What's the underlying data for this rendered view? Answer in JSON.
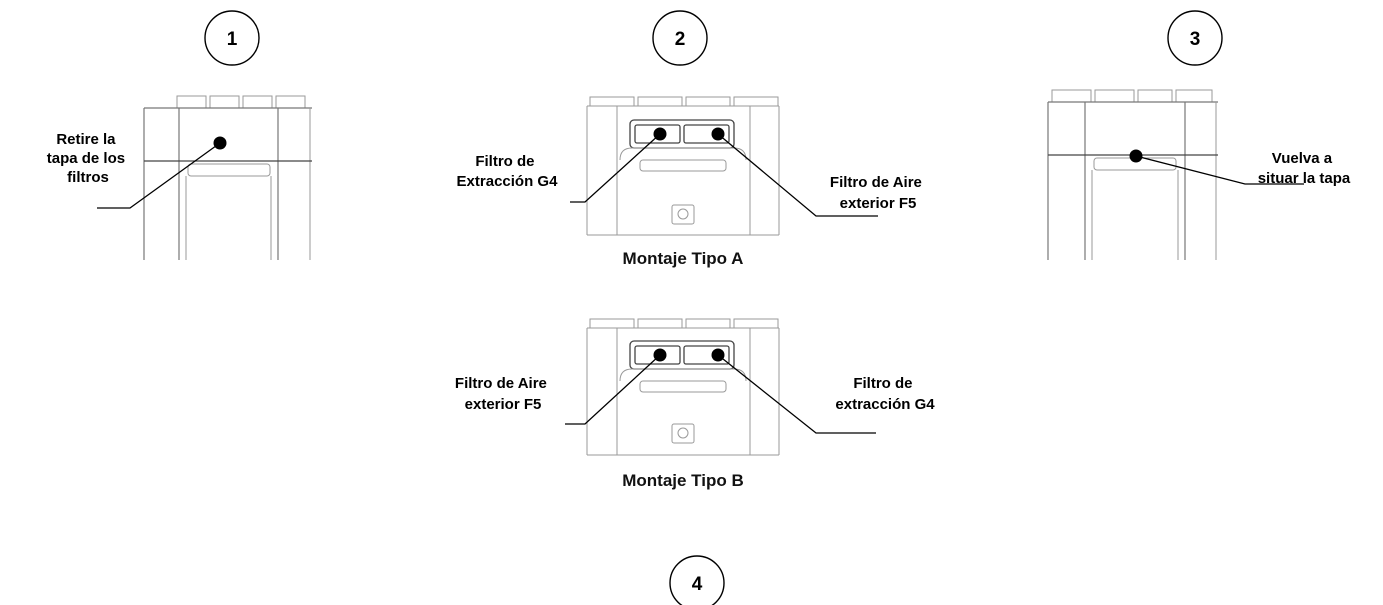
{
  "steps": [
    {
      "number": "1",
      "label_lines": [
        "Retire la",
        "tapa de los",
        "filtros"
      ]
    },
    {
      "number": "2",
      "mounts": [
        {
          "caption": "Montaje Tipo A",
          "left_label": [
            "Filtro de",
            "Extracción G4"
          ],
          "right_label": [
            "Filtro de Aire",
            "exterior  F5"
          ]
        },
        {
          "caption": "Montaje Tipo B",
          "left_label": [
            "Filtro de Aire",
            "exterior  F5"
          ],
          "right_label": [
            "Filtro de",
            "extracción G4"
          ]
        }
      ]
    },
    {
      "number": "3",
      "label_lines": [
        "Vuelva a",
        "situar la tapa"
      ]
    },
    {
      "number": "4"
    }
  ]
}
